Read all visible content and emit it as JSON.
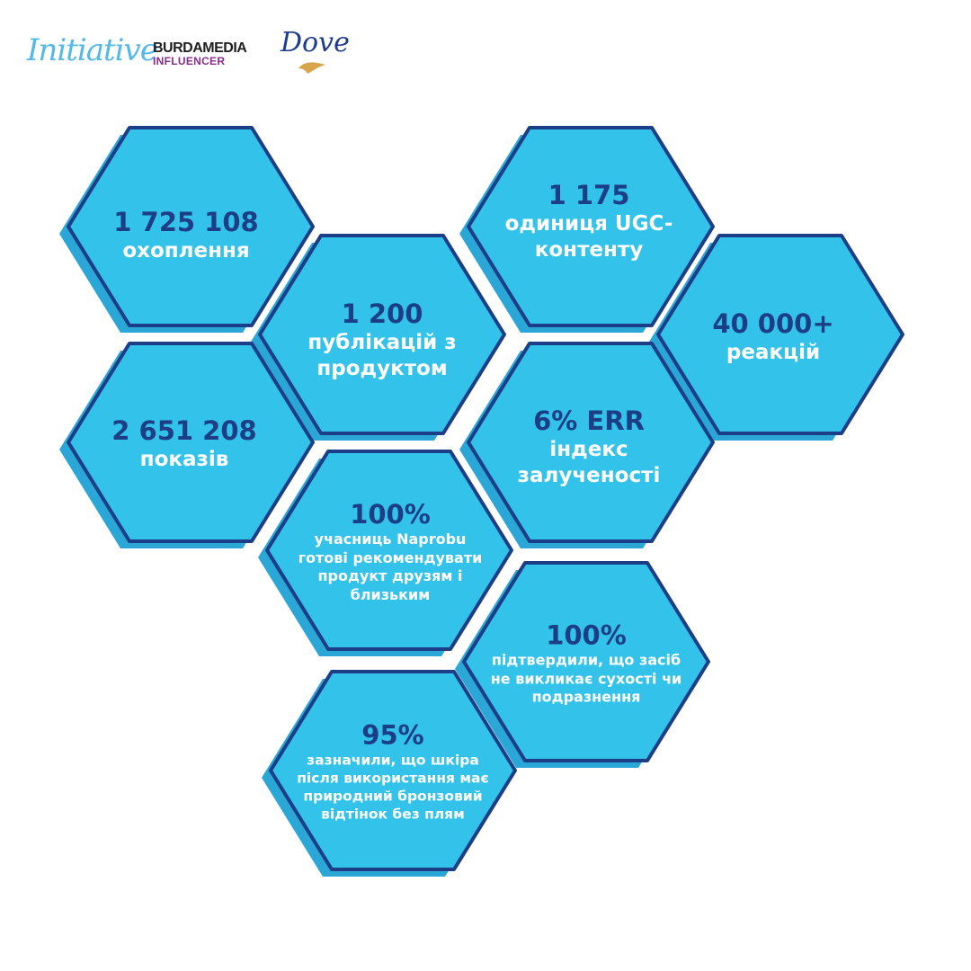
{
  "logos": {
    "initiative": "Initiative",
    "burda_line1": "BURDAMEDIA",
    "burda_line2": "INFLUENCER",
    "dove": "Dove"
  },
  "colors": {
    "hex_fill": "#33c2ea",
    "hex_shadow": "#2aa7d6",
    "hex_outline": "#1b3e86",
    "number_color": "#1b3e86",
    "label_color": "#ffffff"
  },
  "hexagons": [
    {
      "value": "1 725 108",
      "label": "охоплення"
    },
    {
      "value": "1 200",
      "label": "публікацій з продуктом"
    },
    {
      "value": "1 175",
      "label": "одиниця UGC-контенту"
    },
    {
      "value": "40 000+",
      "label": "реакцій"
    },
    {
      "value": "2 651 208",
      "label": "показів"
    },
    {
      "value": "6% ERR",
      "label": "індекс залученості"
    },
    {
      "value": "100%",
      "label": "учасниць Naprobu готові рекомендувати продукт друзям і близьким"
    },
    {
      "value": "100%",
      "label": "підтвердили, що засіб не викликає сухості чи подразнення"
    },
    {
      "value": "95%",
      "label": "зазначили, що шкіра після використання має природний бронзовий відтінок без плям"
    }
  ]
}
